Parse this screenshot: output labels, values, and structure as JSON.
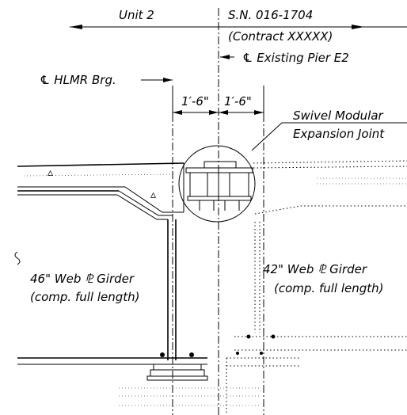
{
  "labels": {
    "unit": "Unit 2",
    "sn": "S.N. 016-1704",
    "contract": "(Contract XXXXX)",
    "pier": "℄ Existing Pier E2",
    "hlmr": "℄ HLMR Brg.",
    "dim_left": "1′-6\"",
    "dim_right": "1′-6\"",
    "joint_line1": "Swivel Modular",
    "joint_line2": "Expansion Joint",
    "left_girder_line1": "46\" Web ⅊ Girder",
    "left_girder_line2": "(comp. full length)",
    "right_girder_line1": "42\" Web ⅊ Girder",
    "right_girder_line2": "(comp. full length)"
  }
}
